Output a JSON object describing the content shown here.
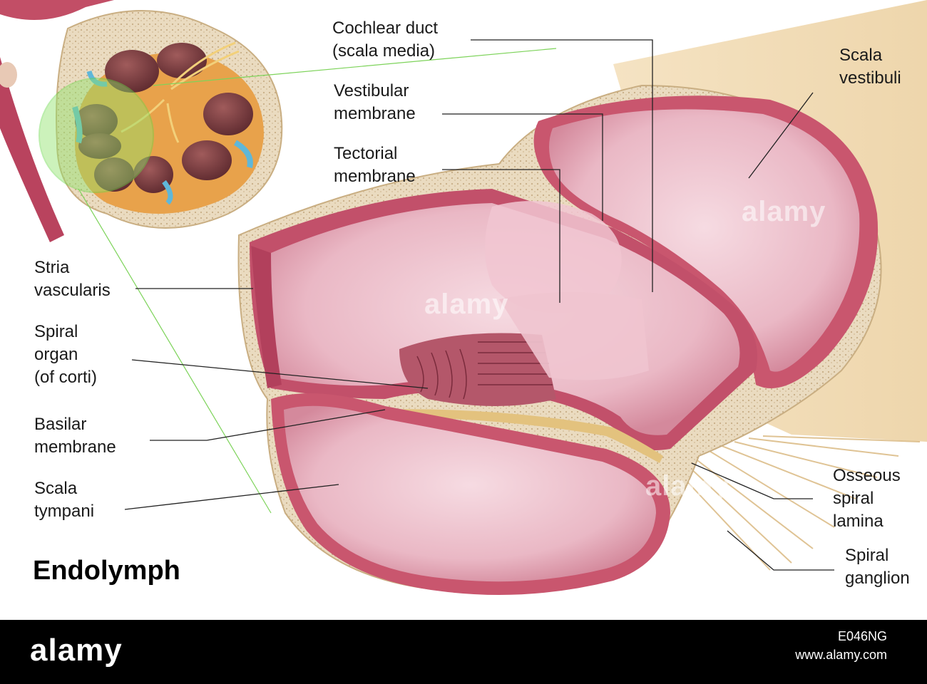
{
  "title": "Endolymph",
  "labels": {
    "cochlear_duct": [
      "Cochlear duct",
      "(scala media)"
    ],
    "vestibular_membrane": [
      "Vestibular",
      "membrane"
    ],
    "tectorial_membrane": [
      "Tectorial",
      "membrane"
    ],
    "scala_vestibuli": [
      "Scala",
      "vestibuli"
    ],
    "stria_vascularis": [
      "Stria",
      "vascularis"
    ],
    "spiral_organ": [
      "Spiral",
      "organ",
      "(of corti)"
    ],
    "basilar_membrane": [
      "Basilar",
      "membrane"
    ],
    "scala_tympani": [
      "Scala",
      "tympani"
    ],
    "osseous_spiral_lamina": [
      "Osseous",
      "spiral",
      "lamina"
    ],
    "spiral_ganglion": [
      "Spiral",
      "ganglion"
    ]
  },
  "watermark": "alamy",
  "footer": {
    "logo": "alamy",
    "image_id": "E046NG",
    "url": "www.alamy.com"
  },
  "colors": {
    "bone": "#e8d8bc",
    "membrane_pink": "#e9aab8",
    "tissue_red": "#c9566e",
    "highlight_green": "#8fe36a",
    "nerve_yellow": "#e7c87a"
  }
}
